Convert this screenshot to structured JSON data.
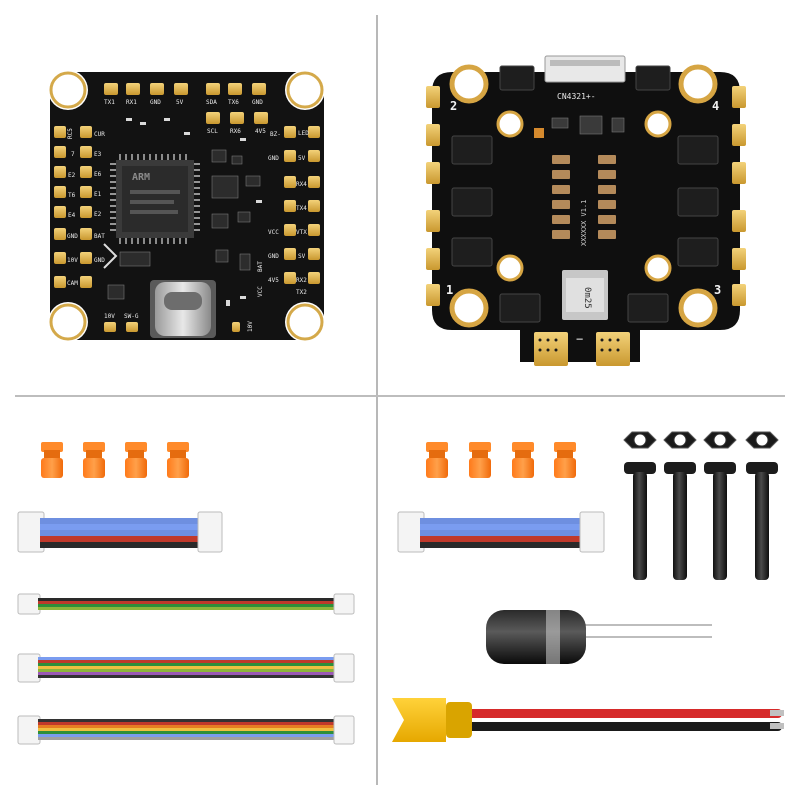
{
  "fc_board": {
    "chip_brand": "ARM",
    "pads_top": [
      "TX1",
      "RX1",
      "GND",
      "5V",
      "SDA",
      "TX6",
      "GND"
    ],
    "pads_top_row2": [
      "SCL",
      "RX6",
      "4V5"
    ],
    "pads_left": [
      "RC5",
      "7",
      "E2",
      "T6",
      "E4",
      "GND",
      "10V",
      "CAM"
    ],
    "pads_left_inner": [
      "CUR",
      "E3",
      "E6",
      "E1",
      "E2",
      "BAT",
      "GND"
    ],
    "pads_right": [
      "LED",
      "5V",
      "RX4",
      "TX4",
      "VTX",
      "SV",
      "RX2",
      "TX2"
    ],
    "pads_right_inner": [
      "BZ-",
      "GND",
      "VCC",
      "4V5",
      "GND"
    ],
    "pads_bottom": [
      "10V",
      "SW-G",
      "10V",
      "VCC",
      "BAT"
    ]
  },
  "esc_board": {
    "connector_label": "CN4321+-",
    "motor_1": "1",
    "motor_2": "2",
    "motor_3": "3",
    "motor_4": "4",
    "version_label": "XXXXXX V1.1",
    "shunt_label": "0m25",
    "minus_label": "−"
  },
  "accessories": {
    "fc_dampers": 4,
    "esc_dampers": 4,
    "bolts": 4,
    "fc_cables": 4,
    "esc_cables": 1
  }
}
